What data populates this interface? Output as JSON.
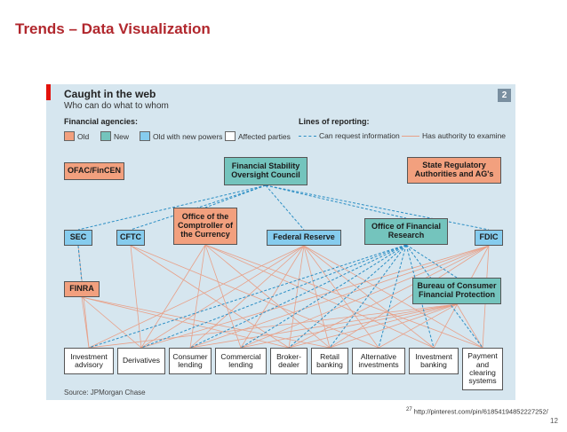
{
  "slide": {
    "title": "Trends – Data Visualization",
    "footnote_ref": "27",
    "footnote_url": "http://pinterest.com/pin/61854194852227252/",
    "page_number": "12"
  },
  "panel": {
    "title": "Caught in the web",
    "subtitle": "Who can do what to whom",
    "badge": "2",
    "legend_agencies_title": "Financial agencies:",
    "legend_old": "Old",
    "legend_new": "New",
    "legend_powers": "Old with new powers",
    "legend_affected": "Affected parties",
    "legend_lines_title": "Lines of reporting:",
    "legend_request": "Can request information",
    "legend_authority": "Has authority to examine",
    "source": "Source: JPMorgan Chase",
    "colors": {
      "old": "#f2a07e",
      "new": "#74c4bd",
      "powers": "#86ccee",
      "affected": "#ffffff",
      "request_line": "#2b8ec4",
      "authority_line": "#e8a088",
      "accent": "#e3120b"
    }
  },
  "nodes": {
    "ofac": "OFAC/FinCEN",
    "fsoc": "Financial Stability Oversight Council",
    "state": "State Regulatory Authorities and AG's",
    "sec": "SEC",
    "cftc": "CFTC",
    "occ": "Office of the Comptroller of the Currency",
    "fed": "Federal Reserve",
    "ofr": "Office of Financial Research",
    "fdic": "FDIC",
    "finra": "FINRA",
    "cfpb": "Bureau of Consumer Financial Protection"
  },
  "affected_parties": [
    "Investment advisory",
    "Derivatives",
    "Consumer lending",
    "Commercial lending",
    "Broker-dealer",
    "Retail banking",
    "Alternative investments",
    "Investment banking",
    "Payment and clearing systems"
  ]
}
